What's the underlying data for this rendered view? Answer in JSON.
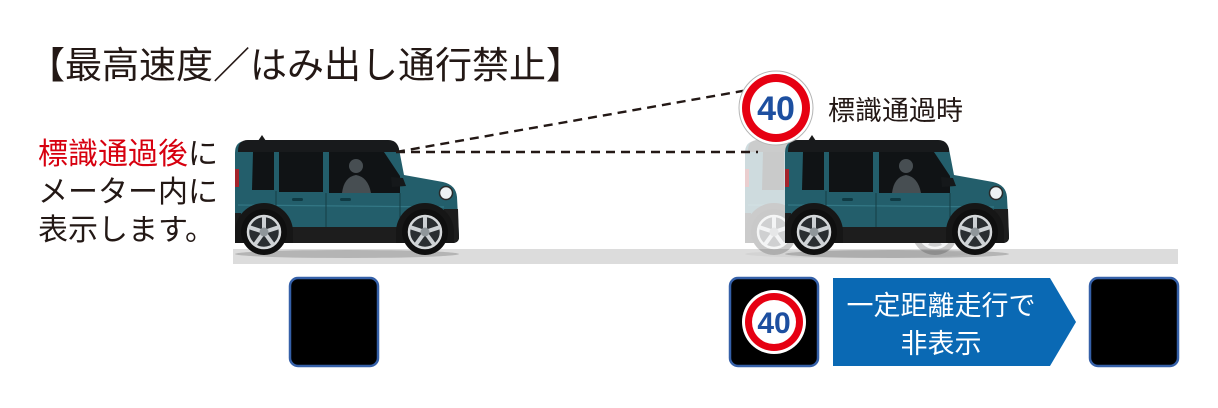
{
  "title": "【最高速度／はみ出し通行禁止】",
  "caption": {
    "line1_highlight": "標識通過後",
    "line1_rest": "に",
    "line2": "メーター内に",
    "line3": "表示します。"
  },
  "road_sign": {
    "value": "40",
    "label": "標識通過時",
    "icon": "speed-limit-sign-icon"
  },
  "meter": {
    "sign_value": "40",
    "sign_icon": "speed-limit-sign-icon",
    "arrow_line1": "一定距離走行で",
    "arrow_line2": "非表示"
  },
  "vehicle_icon": "car-icon",
  "colors": {
    "highlight_red": "#d7000f",
    "sign_red": "#e60012",
    "sign_number_blue": "#1d4fa0",
    "arrow_blue": "#0a69b4",
    "display_black": "#000000",
    "display_border": "#3560a8",
    "car_body_teal": "#235e6b",
    "road_grey": "#dcdcdc",
    "text_black": "#231815"
  }
}
